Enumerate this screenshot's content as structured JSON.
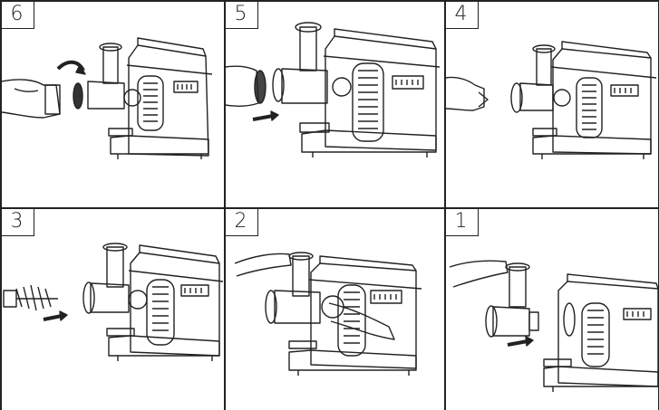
{
  "panels": [
    {
      "step": "6",
      "scene": "attach-ring",
      "arrow": "curved",
      "hand": "right-hand-ring"
    },
    {
      "step": "5",
      "scene": "insert-plate",
      "arrow": "straight",
      "hand": "right-hand-plate"
    },
    {
      "step": "4",
      "scene": "insert-blade",
      "arrow": "none",
      "hand": "right-hand-blade"
    },
    {
      "step": "3",
      "scene": "insert-auger",
      "arrow": "straight",
      "hand": "auger"
    },
    {
      "step": "2",
      "scene": "lock-head",
      "arrow": "none",
      "hand": "two-hands"
    },
    {
      "step": "1",
      "scene": "mount-head",
      "arrow": "straight",
      "hand": "left-hand-head"
    }
  ],
  "colors": {
    "line": "#222222",
    "background": "#ffffff"
  }
}
